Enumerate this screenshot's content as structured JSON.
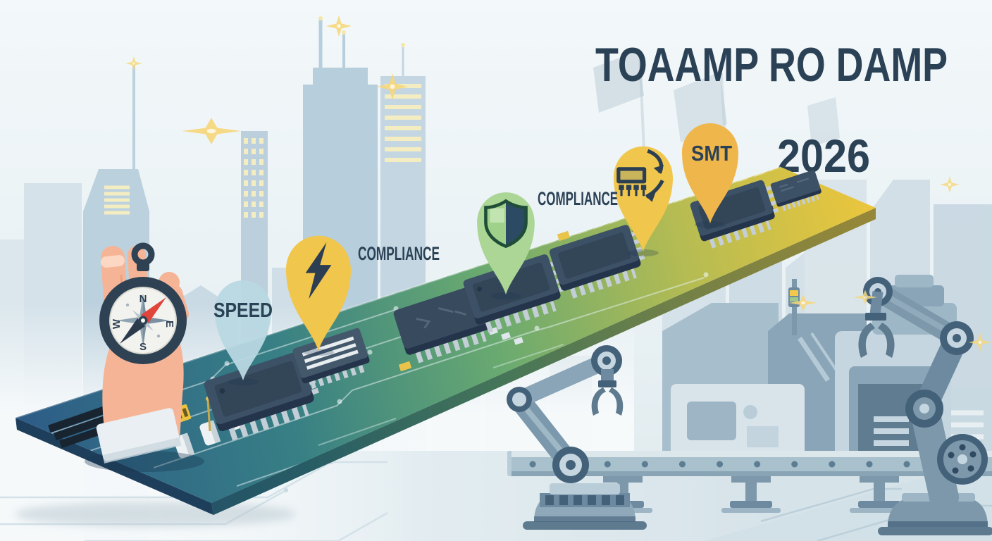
{
  "scene": {
    "kind": "pcb-roadmap-infographic",
    "description": "Isometric circuit-board ramp rising from blue to gold with microchips, milestone pins, hand holding compass, city skyline, and robotic smart factory"
  },
  "title": {
    "main": "TOAAMP RO DAMP",
    "year": "2026"
  },
  "milestones": [
    {
      "label": "SPEED",
      "pin_color": "#b9d8e1",
      "icon": "none",
      "label_placement": "inside-pin"
    },
    {
      "label": "COMPLIANCE",
      "pin_color": "#f1c64d",
      "icon": "lightning-bolt",
      "label_placement": "right-of-pin"
    },
    {
      "label": "COMPLIANCE",
      "pin_color": "#abd695",
      "icon": "shield",
      "label_placement": "right-of-pin"
    },
    {
      "label": "",
      "pin_color": "#f1c64d",
      "icon": "pick-and-place-chip",
      "label_placement": "none"
    },
    {
      "label": "SMT",
      "pin_color": "#efb64b",
      "icon": "none",
      "label_placement": "inside-pin"
    }
  ],
  "compass": {
    "north": "N",
    "east": "E",
    "south": "S",
    "west": "W",
    "needle_color": "#e0443a"
  },
  "palette": {
    "background_top": "#f3f8fa",
    "background_bottom": "#dfeaee",
    "text_navy": "#2b4155",
    "board_start": "#2d5c87",
    "board_teal": "#377f85",
    "board_green": "#6aaa70",
    "board_gold": "#ecc63c",
    "chip_body": "#3c5066",
    "chip_pins": "#c3ced6",
    "skyline_blue": "#bcd1de",
    "window_yellow": "#f4edc2",
    "factory_gray": "#8aa5b7",
    "hand_skin": "#f6b496"
  }
}
